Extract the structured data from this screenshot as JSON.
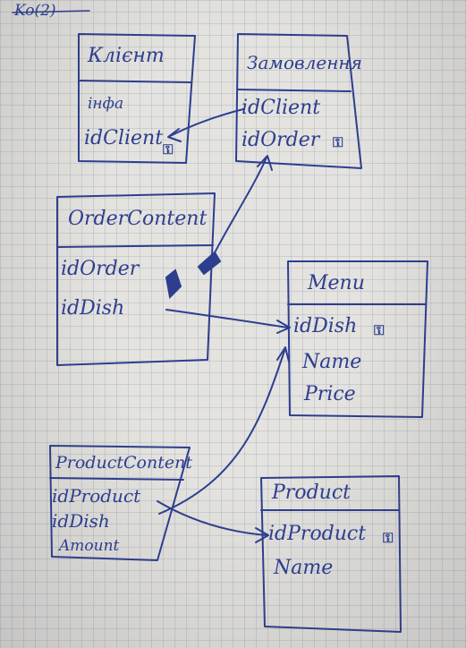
{
  "corner_note": "Ko(2)",
  "entities": {
    "client": {
      "title": "Клієнт",
      "fields": [
        "інфа",
        "idClient"
      ]
    },
    "order": {
      "title": "Замовлення",
      "fields": [
        "idClient",
        "idOrder"
      ]
    },
    "order_content": {
      "title": "OrderContent",
      "fields": [
        "idOrder",
        "idDish"
      ]
    },
    "menu": {
      "title": "Menu",
      "fields": [
        "idDish",
        "Name",
        "Price"
      ]
    },
    "product_content": {
      "title": "ProductContent",
      "fields": [
        "idProduct",
        "idDish",
        "Amount"
      ]
    },
    "product": {
      "title": "Product",
      "fields": [
        "idProduct",
        "Name"
      ]
    }
  },
  "key_symbol": "⚿",
  "ink_color": "#2d3e8f"
}
